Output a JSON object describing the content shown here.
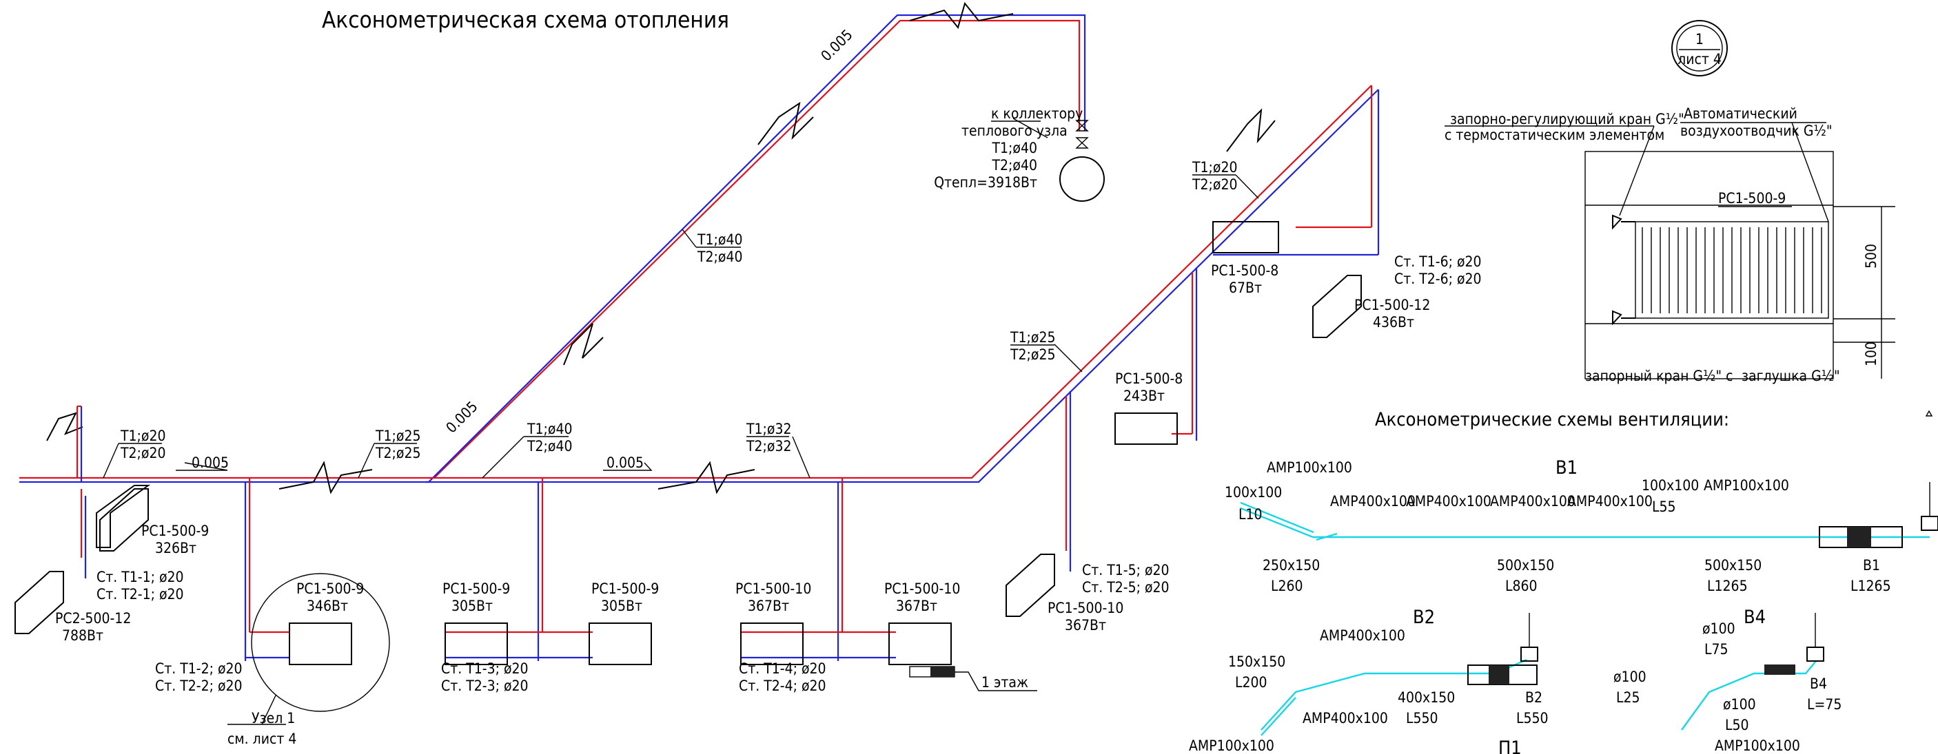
{
  "heating": {
    "title": "Аксонометрическая схема отопления",
    "sheet_badge": {
      "num": "1",
      "sheet": "лист 4"
    },
    "collector": [
      "к коллектору",
      "теплового узла",
      "Т1;ø40",
      "Т2;ø40",
      "Qтепл=3918Вт"
    ],
    "pipes": {
      "p1": [
        "Т1;ø20",
        "Т2;ø20"
      ],
      "p2": [
        "Т1;ø25",
        "Т2;ø25"
      ],
      "p3": [
        "Т1;ø40",
        "Т2;ø40"
      ],
      "p4": [
        "Т1;ø32",
        "Т2;ø32"
      ],
      "p5": [
        "Т1;ø40",
        "Т2;ø40"
      ],
      "p6": [
        "Т1;ø25",
        "Т2;ø25"
      ],
      "p7": [
        "Т1;ø20",
        "Т2;ø20"
      ]
    },
    "slopes": [
      "0.005",
      "0.005",
      "0.005",
      "0.005"
    ],
    "radiators": [
      {
        "model": "РС1-500-9",
        "power": "326Вт"
      },
      {
        "model": "РС2-500-12",
        "power": "788Вт"
      },
      {
        "model": "РС1-500-9",
        "power": "346Вт"
      },
      {
        "model": "РС1-500-9",
        "power": "305Вт"
      },
      {
        "model": "РС1-500-9",
        "power": "305Вт"
      },
      {
        "model": "РС1-500-10",
        "power": "367Вт"
      },
      {
        "model": "РС1-500-10",
        "power": "367Вт"
      },
      {
        "model": "РС1-500-10",
        "power": "367Вт"
      },
      {
        "model": "РС1-500-8",
        "power": "243Вт"
      },
      {
        "model": "РС1-500-8",
        "power": "67Вт"
      },
      {
        "model": "РС1-500-12",
        "power": "436Вт"
      }
    ],
    "risers": [
      [
        "Ст. Т1-1; ø20",
        "Ст. Т2-1; ø20"
      ],
      [
        "Ст. Т1-2; ø20",
        "Ст. Т2-2; ø20"
      ],
      [
        "Ст. Т1-3; ø20",
        "Ст. Т2-3; ø20"
      ],
      [
        "Ст. Т1-4; ø20",
        "Ст. Т2-4; ø20"
      ],
      [
        "Ст. Т1-5; ø20",
        "Ст. Т2-5; ø20"
      ],
      [
        "Ст. Т1-6; ø20",
        "Ст. Т2-6; ø20"
      ]
    ],
    "node": [
      "Узел 1",
      "см. лист 4"
    ],
    "floor": "1 этаж"
  },
  "detail": {
    "valve_label": [
      "запорно-регулирующий кран G½\"",
      "с термостатическим элементом"
    ],
    "vent_label": [
      "Автоматический",
      "воздухоотводчик G½\""
    ],
    "radiator": "РС1-500-9",
    "shutoff_label": "запорный кран G½\" с",
    "plug_label": "заглушка G½\"",
    "dim_500": "500",
    "dim_100": "100"
  },
  "ventilation": {
    "title": "Аксонометрические схемы вентиляции:",
    "systems": [
      "В1",
      "В2",
      "В4",
      "П1"
    ],
    "b1_labels": [
      "АМР100х100",
      "АМР400х100",
      "АМР400х100",
      "АМР400х100",
      "АМР400х100",
      "100х100",
      "L55",
      "АМР100х100",
      "100х100",
      "L10",
      "250х150",
      "L260",
      "500х150",
      "L860",
      "500х150",
      "L1265",
      "В1",
      "L1265"
    ],
    "b2_labels": [
      "АМР400х100",
      "150х150",
      "L200",
      "400х150",
      "L550",
      "АМР400х100",
      "В2",
      "L550",
      "АМР100х100"
    ],
    "b4_labels": [
      "ø100",
      "L75",
      "ø100",
      "L25",
      "ø100",
      "L50",
      "В4",
      "L=75",
      "АМР100х100"
    ]
  }
}
